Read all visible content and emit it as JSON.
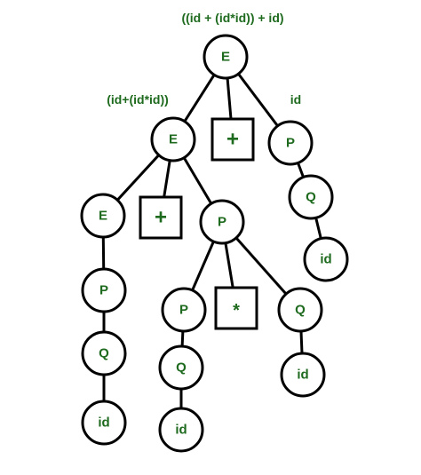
{
  "diagram": {
    "colors": {
      "line": "#000000",
      "text": "#1e6a1e",
      "fill": "#ffffff"
    },
    "annotations": [
      {
        "id": "root-expression",
        "text": "((id + (id*id)) + id)"
      },
      {
        "id": "left-expression",
        "text": "(id+(id*id))"
      },
      {
        "id": "right-expression",
        "text": "id"
      }
    ],
    "nodes": [
      {
        "id": "E1",
        "shape": "circle",
        "label": "E"
      },
      {
        "id": "E2",
        "shape": "circle",
        "label": "E"
      },
      {
        "id": "PLUS1",
        "shape": "box",
        "label": "+"
      },
      {
        "id": "P1",
        "shape": "circle",
        "label": "P"
      },
      {
        "id": "Q1",
        "shape": "circle",
        "label": "Q"
      },
      {
        "id": "ID1",
        "shape": "circle",
        "label": "id"
      },
      {
        "id": "E3",
        "shape": "circle",
        "label": "E"
      },
      {
        "id": "PLUS2",
        "shape": "box",
        "label": "+"
      },
      {
        "id": "P2",
        "shape": "circle",
        "label": "P"
      },
      {
        "id": "P3",
        "shape": "circle",
        "label": "P"
      },
      {
        "id": "Q2",
        "shape": "circle",
        "label": "Q"
      },
      {
        "id": "ID2",
        "shape": "circle",
        "label": "id"
      },
      {
        "id": "P4",
        "shape": "circle",
        "label": "P"
      },
      {
        "id": "STAR",
        "shape": "box",
        "label": "*"
      },
      {
        "id": "Q3",
        "shape": "circle",
        "label": "Q"
      },
      {
        "id": "Q4",
        "shape": "circle",
        "label": "Q"
      },
      {
        "id": "ID3",
        "shape": "circle",
        "label": "id"
      },
      {
        "id": "ID4",
        "shape": "circle",
        "label": "id"
      }
    ],
    "edges": [
      [
        "E1",
        "E2"
      ],
      [
        "E1",
        "PLUS1"
      ],
      [
        "E1",
        "P1"
      ],
      [
        "P1",
        "Q1"
      ],
      [
        "Q1",
        "ID1"
      ],
      [
        "E2",
        "E3"
      ],
      [
        "E2",
        "PLUS2"
      ],
      [
        "E2",
        "P2"
      ],
      [
        "E3",
        "P3"
      ],
      [
        "P3",
        "Q2"
      ],
      [
        "Q2",
        "ID2"
      ],
      [
        "P2",
        "P4"
      ],
      [
        "P2",
        "STAR"
      ],
      [
        "P2",
        "Q3"
      ],
      [
        "P4",
        "Q4"
      ],
      [
        "Q4",
        "ID3"
      ],
      [
        "Q3",
        "ID4"
      ]
    ]
  }
}
